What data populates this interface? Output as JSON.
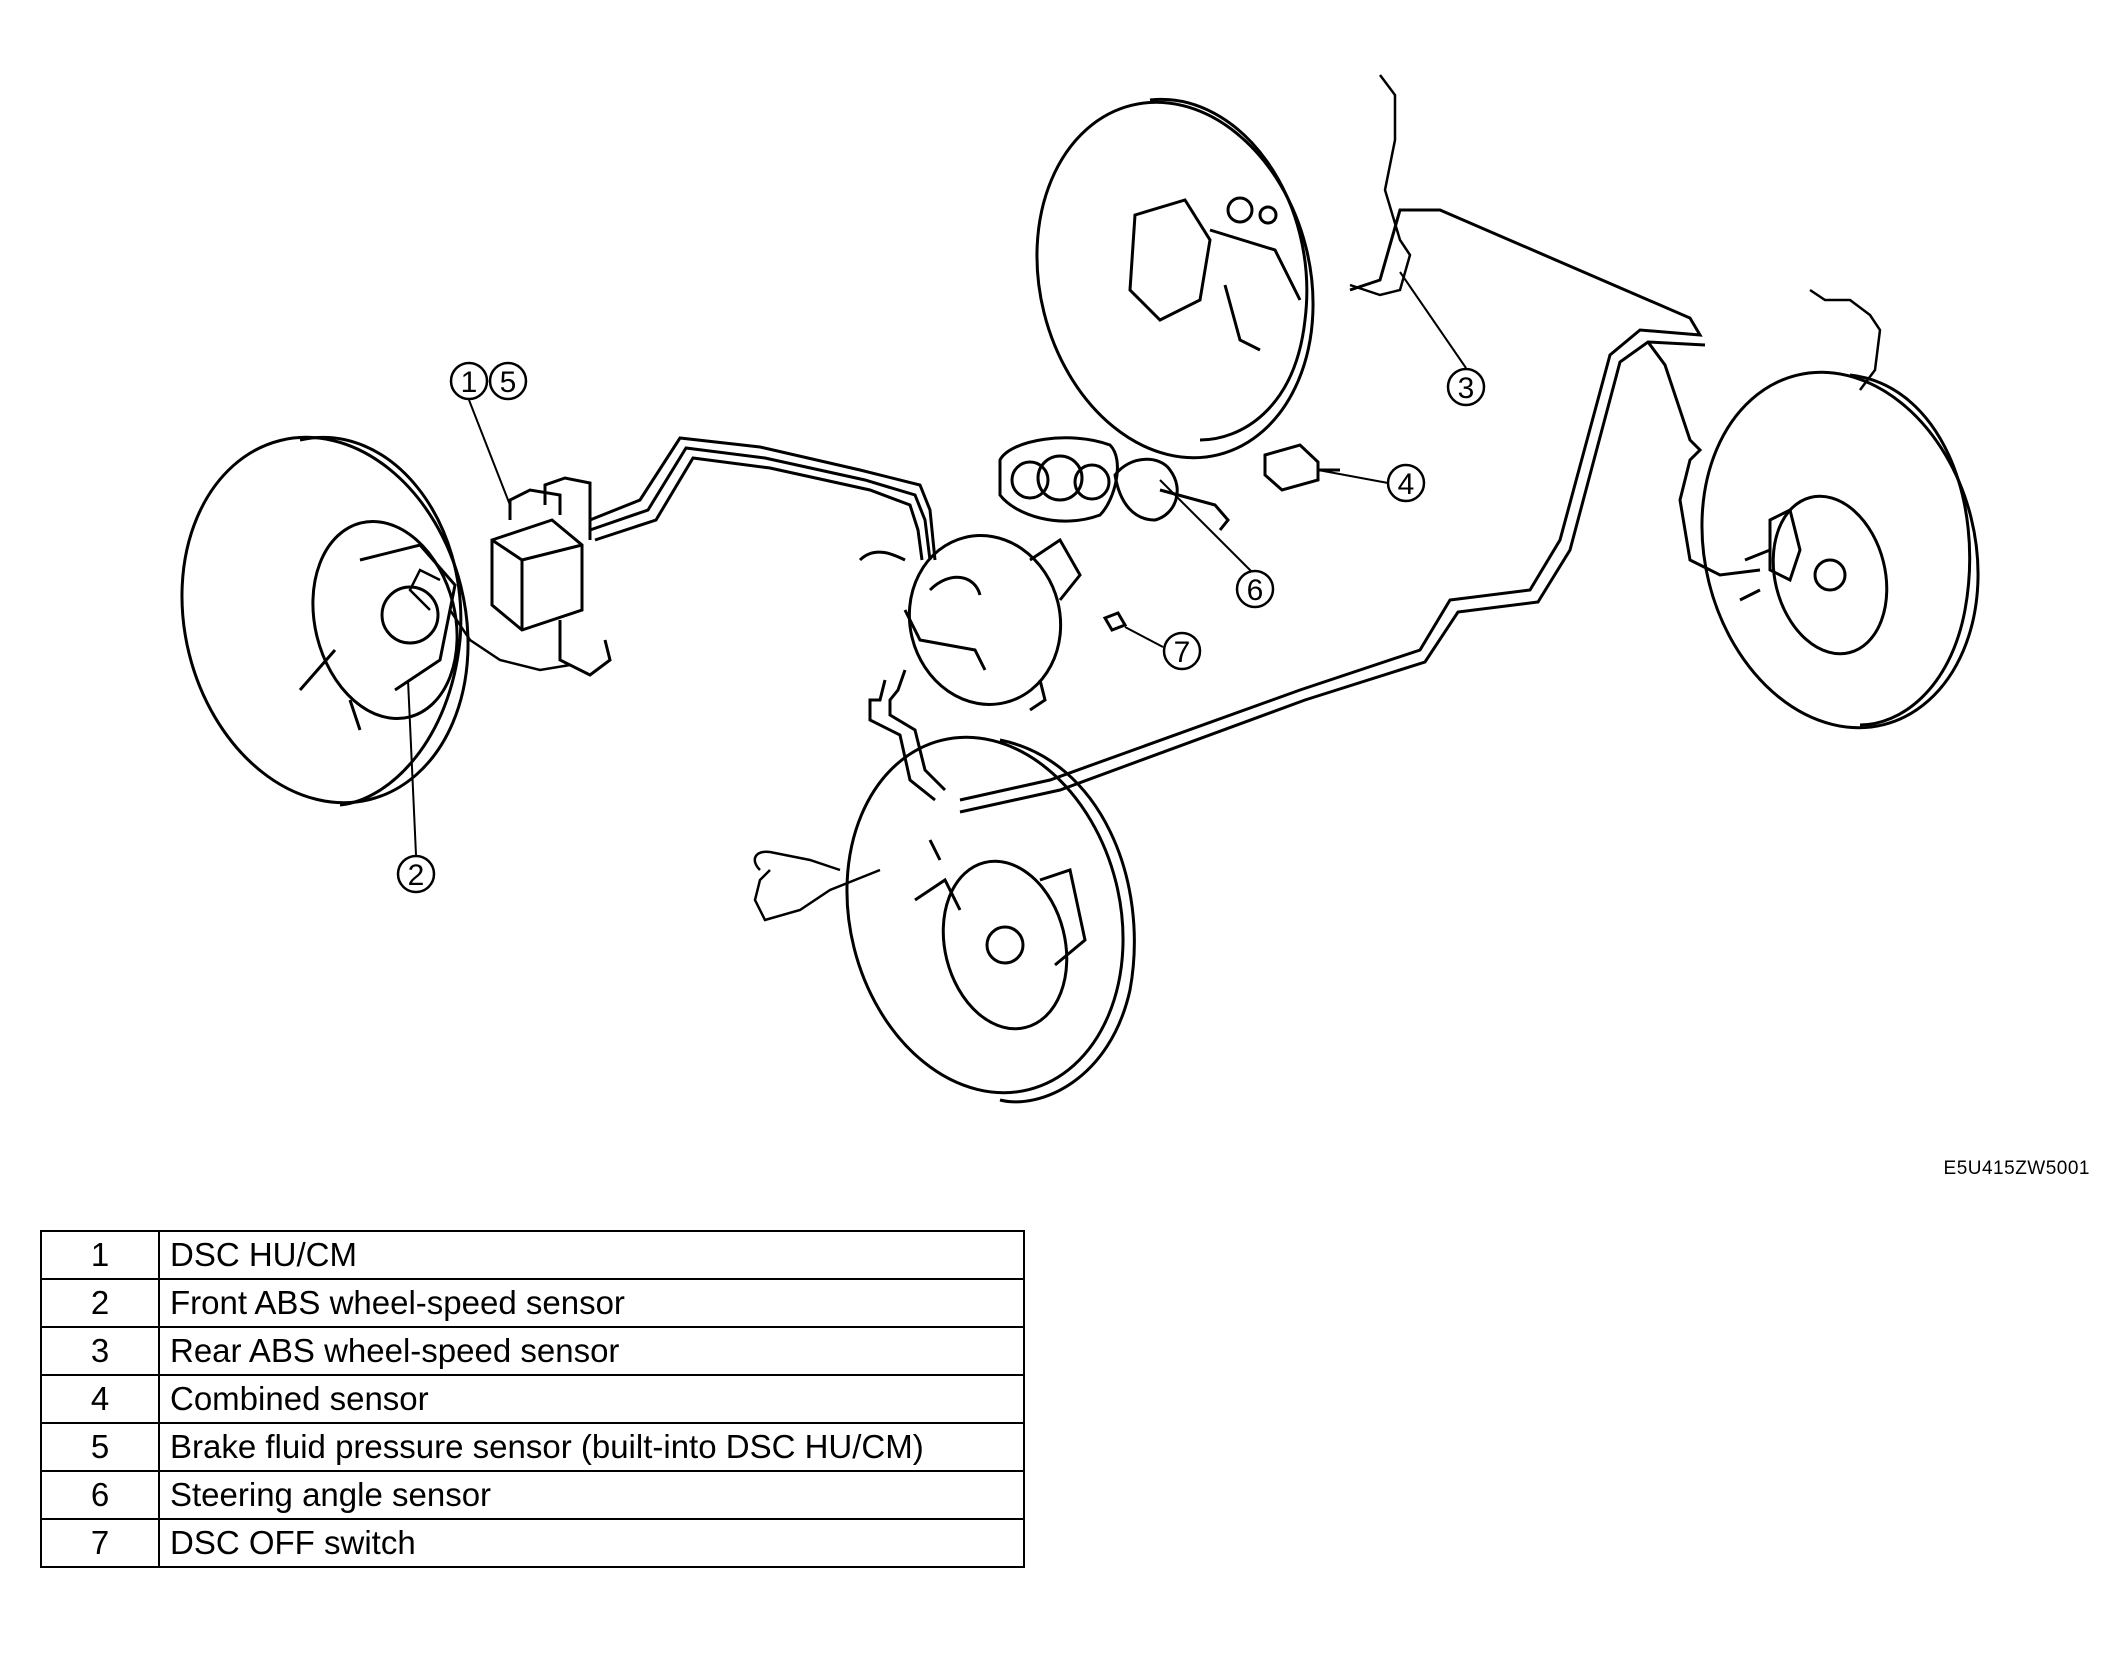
{
  "figure_code": "E5U415ZW5001",
  "callouts": [
    {
      "id": "c1",
      "label": "1"
    },
    {
      "id": "c5",
      "label": "5"
    },
    {
      "id": "c2",
      "label": "2"
    },
    {
      "id": "c3",
      "label": "3"
    },
    {
      "id": "c4",
      "label": "4"
    },
    {
      "id": "c6",
      "label": "6"
    },
    {
      "id": "c7",
      "label": "7"
    }
  ],
  "legend": [
    {
      "num": "1",
      "text": "DSC HU/CM"
    },
    {
      "num": "2",
      "text": "Front ABS wheel-speed sensor"
    },
    {
      "num": "3",
      "text": "Rear ABS wheel-speed sensor"
    },
    {
      "num": "4",
      "text": "Combined sensor"
    },
    {
      "num": "5",
      "text": "Brake fluid pressure sensor (built-into DSC HU/CM)"
    },
    {
      "num": "6",
      "text": "Steering angle sensor"
    },
    {
      "num": "7",
      "text": "DSC OFF switch"
    }
  ]
}
